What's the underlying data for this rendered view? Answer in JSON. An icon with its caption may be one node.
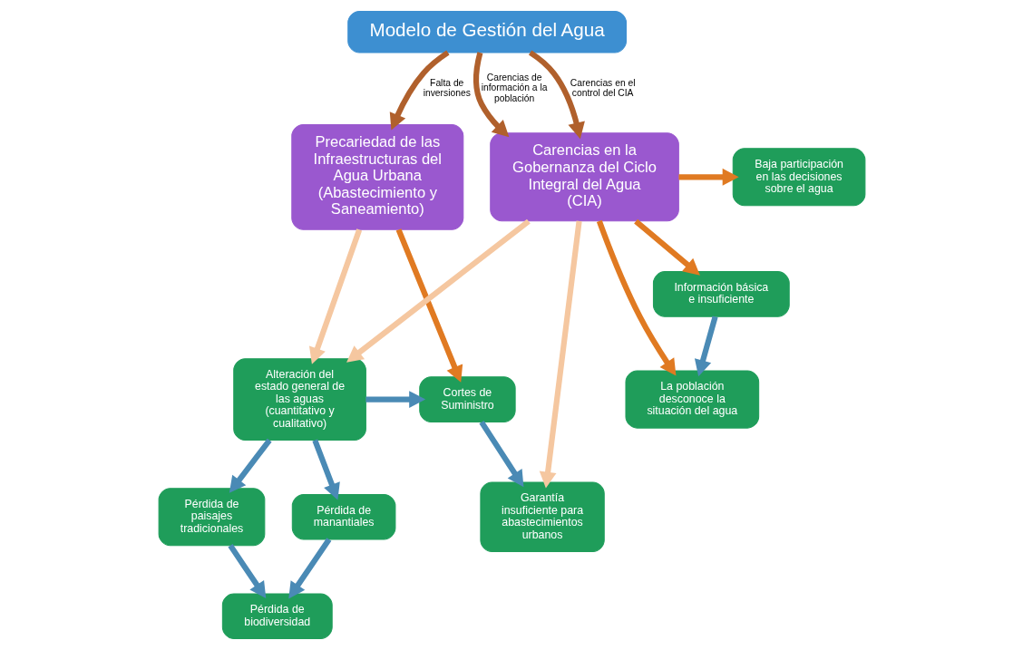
{
  "diagram": {
    "nodes": [
      {
        "text": [
          "Modelo de Gestión del Agua"
        ]
      },
      {
        "text": [
          "Precariedad de las Infraestructuras del Agua Urbana (Abastecimiento y Saneamiento)"
        ]
      },
      {
        "text": [
          "Carencias en la Gobernanza del Ciclo Integral del Agua (CIA)"
        ]
      },
      {
        "text": [
          "Baja participación en las decisiones sobre el agua"
        ]
      },
      {
        "text": [
          "La población desconoce la situación del agua"
        ]
      },
      {
        "text": [
          "Información básica e insuficiente"
        ]
      },
      {
        "text": [
          "Cortes de Suministro"
        ]
      },
      {
        "text": [
          "Alteración del estado general de las aguas (cuantitativo y cualitativo)"
        ]
      },
      {
        "text": [
          "Garantía insuficiente para abastecimientos urbanos"
        ]
      },
      {
        "text": [
          "Pérdida de manantiales"
        ]
      },
      {
        "text": [
          "Pérdida de biodiversidad"
        ]
      },
      {
        "text": [
          "Pérdida de paisajes tradicionales"
        ]
      }
    ],
    "edges": [
      {
        "from": 0,
        "to": 1,
        "arrow": "to",
        "label": "Falta de inversiones",
        "color": "#b0602c"
      },
      {
        "from": 0,
        "to": 2,
        "arrow": "to",
        "label": "Carencias en el control del CIA",
        "color": "#b0602c"
      },
      {
        "from": 0,
        "to": 2,
        "arrow": "to",
        "label": "Carencias de información a la población",
        "color": "#b0602c"
      },
      {
        "from": 2,
        "to": 3,
        "arrow": "to",
        "color": "#e07a22"
      },
      {
        "from": 2,
        "to": 4,
        "arrow": "to",
        "color": "#e07a22"
      },
      {
        "from": 2,
        "to": 5,
        "arrow": "to",
        "color": "#e07a22"
      },
      {
        "from": 1,
        "to": 6,
        "arrow": "to",
        "color": "#e07a22"
      },
      {
        "from": 1,
        "to": 7,
        "arrow": "to",
        "color": "#f5c7a0"
      },
      {
        "from": 2,
        "to": 8,
        "arrow": "to",
        "color": "#f5c7a0"
      },
      {
        "from": 2,
        "to": 7,
        "arrow": "to",
        "color": "#f5c7a0"
      },
      {
        "from": 7,
        "to": 6,
        "arrow": "to"
      },
      {
        "from": 6,
        "to": 8,
        "arrow": "to"
      },
      {
        "from": 7,
        "to": 9,
        "arrow": "to"
      },
      {
        "from": 7,
        "to": 11,
        "arrow": "to"
      },
      {
        "from": 9,
        "to": 10,
        "arrow": "to"
      },
      {
        "from": 11,
        "to": 10,
        "arrow": "to"
      },
      {
        "from": 5,
        "to": 4,
        "arrow": "to"
      }
    ]
  }
}
